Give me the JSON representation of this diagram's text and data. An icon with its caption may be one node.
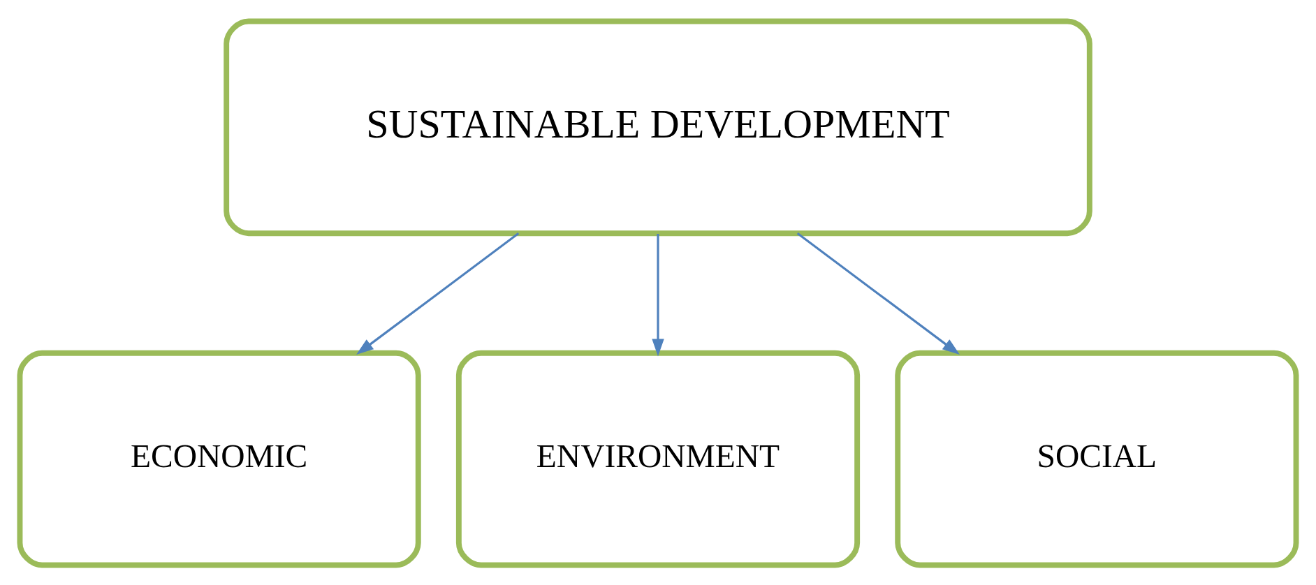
{
  "diagram": {
    "nodes": [
      {
        "text": [
          "SUSTAINABLE DEVELOPMENT"
        ]
      },
      {
        "text": [
          "ECONOMIC"
        ]
      },
      {
        "text": [
          "ENVIRONMENT"
        ]
      },
      {
        "text": [
          "SOCIAL"
        ]
      }
    ],
    "edges": [
      {
        "from": 0,
        "to": 1,
        "arrow": "to"
      },
      {
        "from": 0,
        "to": 2,
        "arrow": "to"
      },
      {
        "from": 0,
        "to": 3,
        "arrow": "to"
      }
    ]
  }
}
